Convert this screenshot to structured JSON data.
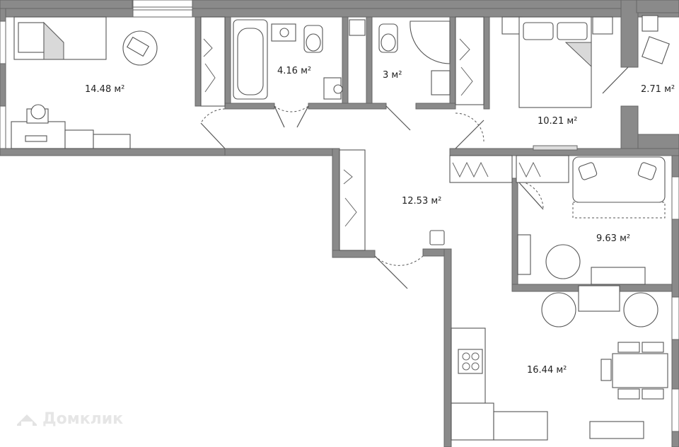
{
  "floorplan": {
    "rooms": [
      {
        "id": "bedroom-1",
        "area": "14.48 м²"
      },
      {
        "id": "bathroom",
        "area": "4.16 м²"
      },
      {
        "id": "toilet",
        "area": "3 м²"
      },
      {
        "id": "bedroom-2",
        "area": "10.21 м²"
      },
      {
        "id": "balcony",
        "area": "2.71 м²"
      },
      {
        "id": "hallway",
        "area": "12.53 м²"
      },
      {
        "id": "room-3",
        "area": "9.63 м²"
      },
      {
        "id": "kitchen-living",
        "area": "16.44 м²"
      }
    ],
    "watermark": "Домклик",
    "colors": {
      "wall": "#8a8a8a",
      "furniture_stroke": "#555555",
      "background": "#ffffff"
    }
  }
}
